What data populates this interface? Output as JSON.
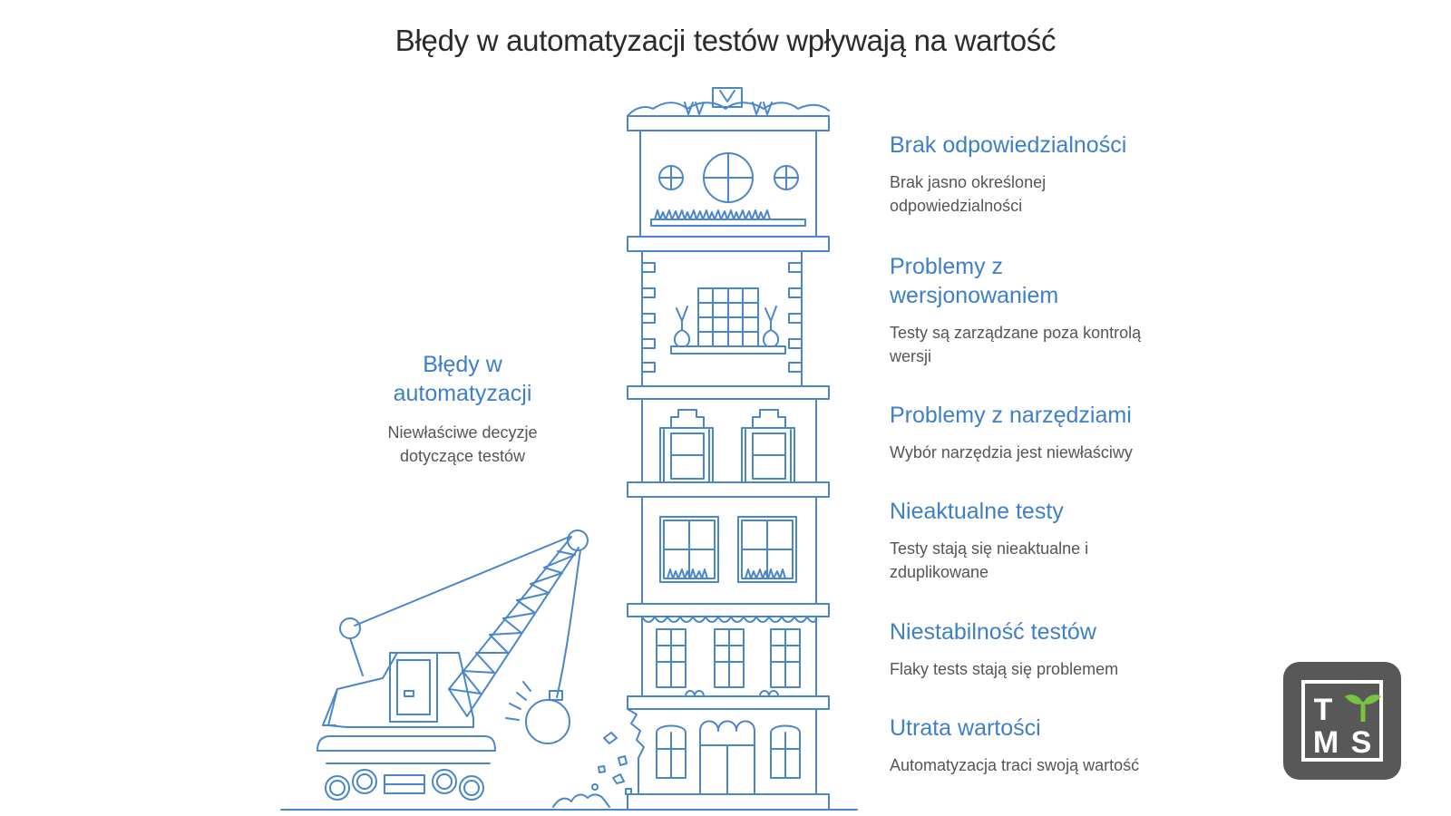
{
  "title": "Błędy w automatyzacji testów wpływają na wartość",
  "left": {
    "heading_line1": "Błędy w",
    "heading_line2": "automatyzacji",
    "desc_line1": "Niewłaściwe decyzje",
    "desc_line2": "dotyczące testów"
  },
  "items": [
    {
      "title_line1": "Brak odpowiedzialności",
      "title_line2": "",
      "desc_line1": "Brak jasno określonej",
      "desc_line2": "odpowiedzialności"
    },
    {
      "title_line1": "Problemy z",
      "title_line2": "wersjonowaniem",
      "desc_line1": "Testy są zarządzane poza kontrolą",
      "desc_line2": "wersji"
    },
    {
      "title_line1": "Problemy z narzędziami",
      "title_line2": "",
      "desc_line1": "Wybór narzędzia jest niewłaściwy",
      "desc_line2": ""
    },
    {
      "title_line1": "Nieaktualne testy",
      "title_line2": "",
      "desc_line1": "Testy stają się nieaktualne i",
      "desc_line2": "zduplikowane"
    },
    {
      "title_line1": "Niestabilność testów",
      "title_line2": "",
      "desc_line1": "Flaky tests stają się problemem",
      "desc_line2": ""
    },
    {
      "title_line1": "Utrata wartości",
      "title_line2": "",
      "desc_line1": "Automatyzacja traci swoją wartość",
      "desc_line2": ""
    }
  ],
  "logo": {
    "letter_1": "T",
    "letter_2": "M",
    "letter_3": "S"
  },
  "colors": {
    "accent": "#3d7fc9",
    "line": "#4a86cc",
    "logo_bg": "#585858",
    "logo_leaf": "#7cc242"
  }
}
